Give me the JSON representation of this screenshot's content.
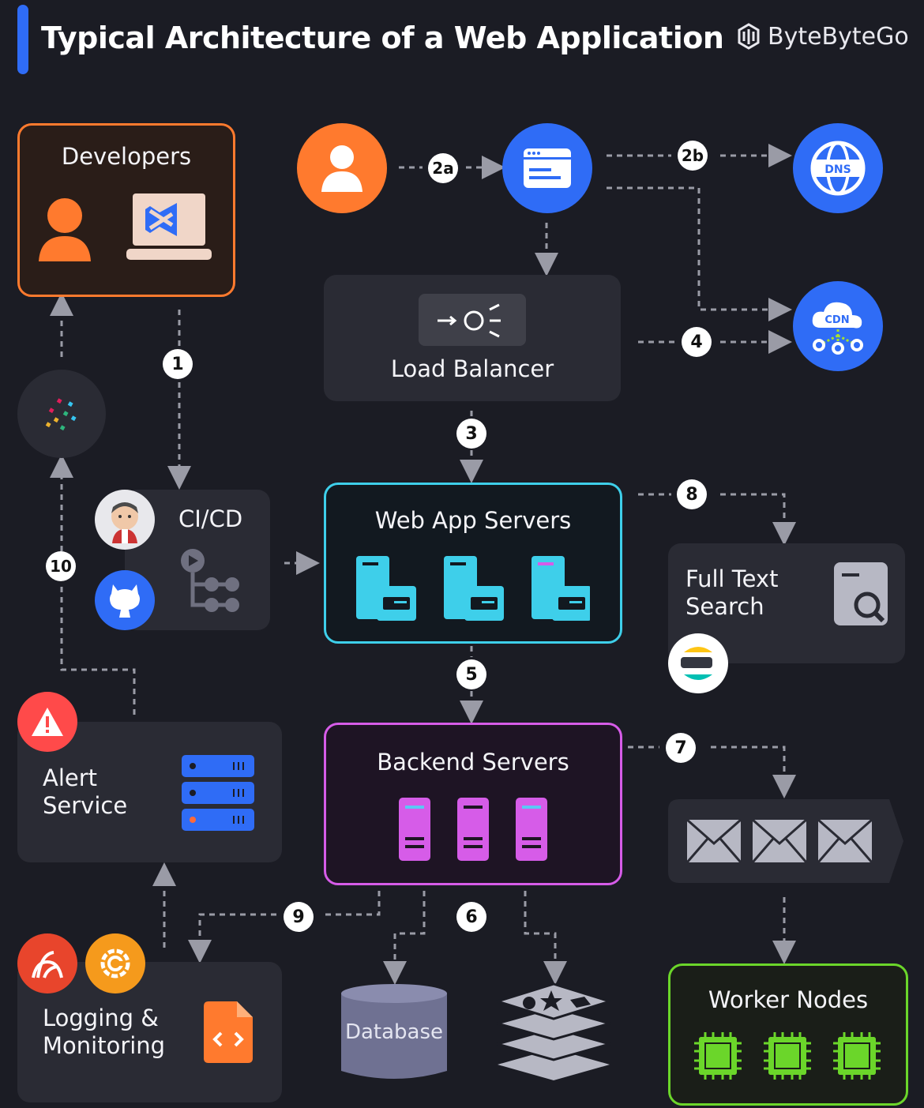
{
  "title": "Typical Architecture of a Web Application",
  "brand": "ByteByteGo",
  "nodes": {
    "developers": "Developers",
    "cicd": "CI/CD",
    "load_balancer": "Load Balancer",
    "web_app_servers": "Web App Servers",
    "backend_servers": "Backend Servers",
    "full_text_search": "Full Text\nSearch",
    "alert_service": "Alert\nService",
    "logging": "Logging &\nMonitoring",
    "database": "Database",
    "worker_nodes": "Worker Nodes",
    "dns": "DNS",
    "cdn": "CDN"
  },
  "steps": [
    "1",
    "2a",
    "2b",
    "3",
    "4",
    "5",
    "6",
    "7",
    "8",
    "9",
    "10"
  ],
  "colors": {
    "accent": "#2f6cf6",
    "developers_border": "#ff7a2e",
    "web_app_border": "#3ecfea",
    "backend_border": "#d65ce8",
    "worker_border": "#6bd62a"
  }
}
